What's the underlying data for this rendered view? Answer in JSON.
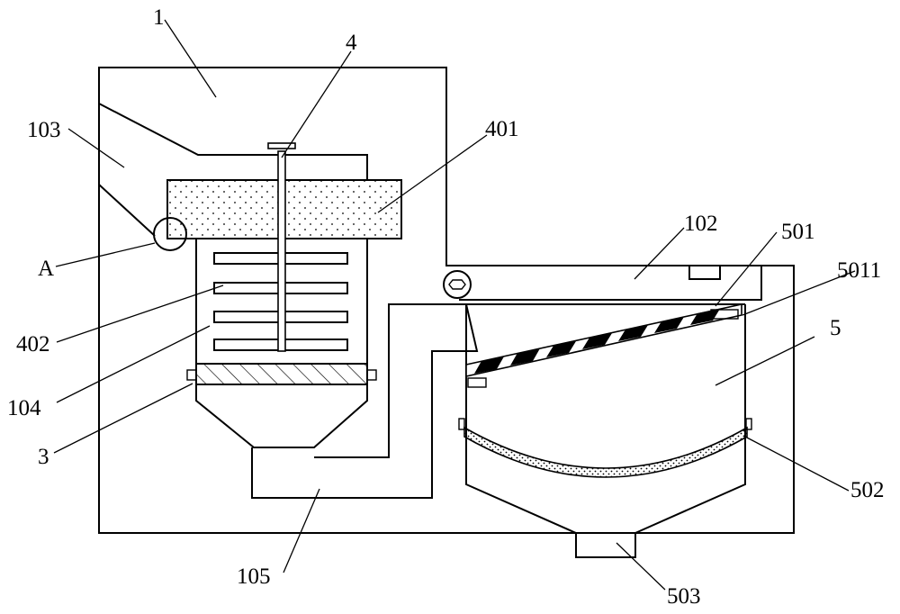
{
  "labels": {
    "l1": "1",
    "l4": "4",
    "l103": "103",
    "l401": "401",
    "l102": "102",
    "l501": "501",
    "l5011": "5011",
    "lA": "A",
    "l5": "5",
    "l402": "402",
    "l104": "104",
    "l3": "3",
    "l502": "502",
    "l105": "105",
    "l503": "503"
  }
}
